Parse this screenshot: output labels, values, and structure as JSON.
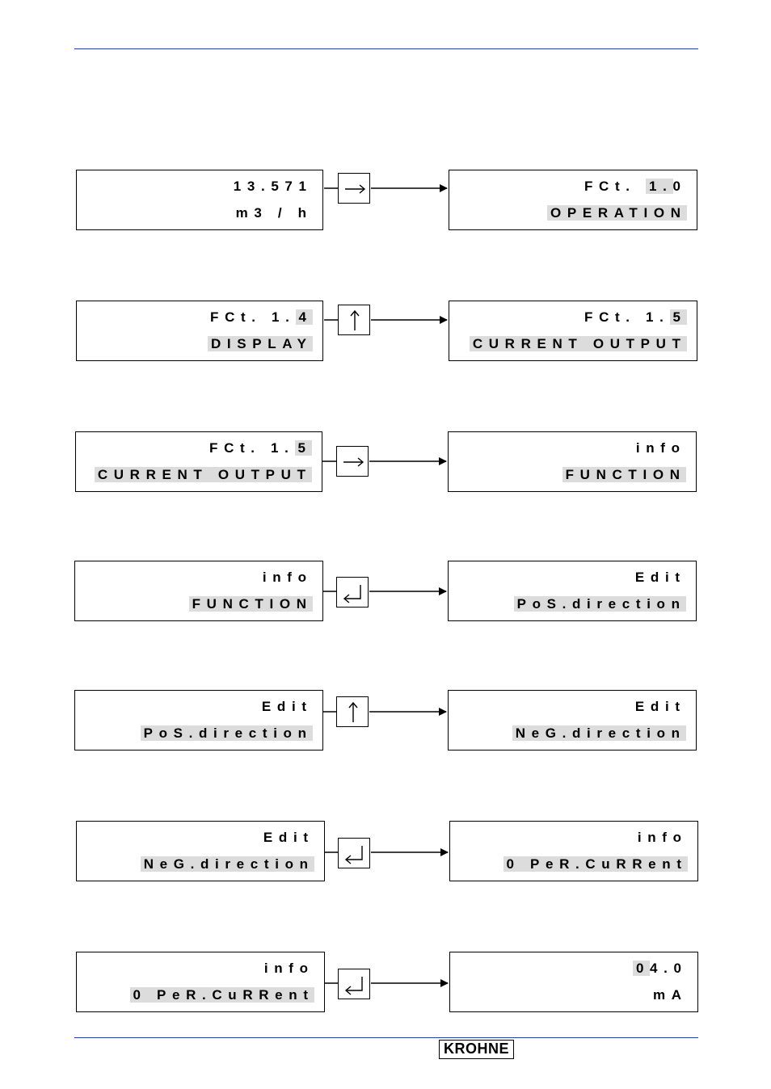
{
  "rows": [
    {
      "left": {
        "line1": "13.571",
        "line2": "m3 / h"
      },
      "key": "right-arrow",
      "right": {
        "line1_prefix": "FCt. ",
        "line1_hl": "1.",
        "line1_suffix": "0",
        "line2": "OPERATION"
      }
    },
    {
      "left": {
        "line1_prefix": "FCt. 1.",
        "line1_hl": "4",
        "line2": "DISPLAY"
      },
      "key": "up-arrow",
      "right": {
        "line1_prefix": "FCt. 1.",
        "line1_hl": "5",
        "line2": "CURRENT OUTPUT"
      }
    },
    {
      "left": {
        "line1_prefix": "FCt. 1.",
        "line1_hl": "5",
        "line2": "CURRENT OUTPUT"
      },
      "key": "right-arrow",
      "right": {
        "line1": "info",
        "line2": "FUNCTION"
      }
    },
    {
      "left": {
        "line1": "info",
        "line2": "FUNCTION"
      },
      "key": "enter",
      "right": {
        "line1": "Edit",
        "line2": "PoS.direction"
      }
    },
    {
      "left": {
        "line1": "Edit",
        "line2": "PoS.direction"
      },
      "key": "up-arrow",
      "right": {
        "line1": "Edit",
        "line2": "NeG.direction"
      }
    },
    {
      "left": {
        "line1": "Edit",
        "line2": "NeG.direction"
      },
      "key": "enter",
      "right": {
        "line1": "info",
        "line2": "0 PeR.CuRRent"
      }
    },
    {
      "left": {
        "line1": "info",
        "line2": "0 PeR.CuRRent"
      },
      "key": "enter",
      "right": {
        "line1_hl": "0",
        "line1_suffix": "4.0",
        "line2": "mA"
      }
    }
  ],
  "logo": "KROHNE"
}
